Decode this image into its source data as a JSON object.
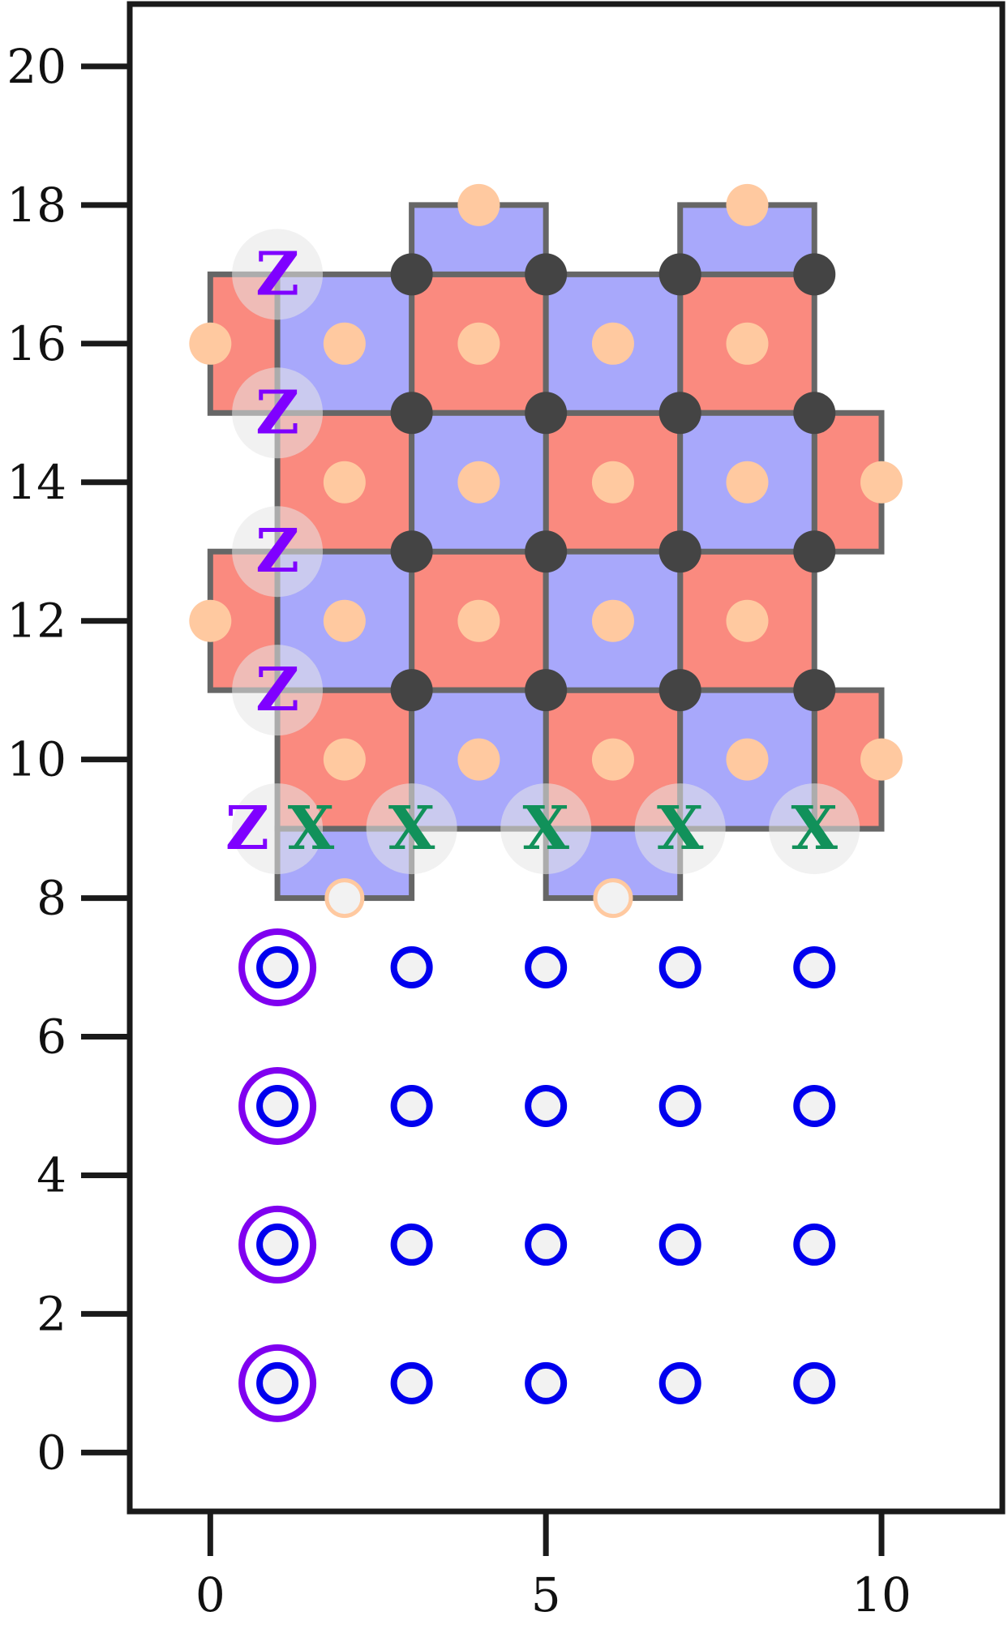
{
  "chart_data": {
    "type": "scatter",
    "xlim": [
      -1.2,
      11.8
    ],
    "ylim": [
      -0.85,
      20.9
    ],
    "x_ticks": [
      {
        "value": 0,
        "label": "0"
      },
      {
        "value": 5,
        "label": "5"
      },
      {
        "value": 10,
        "label": "10"
      }
    ],
    "y_ticks": [
      {
        "value": 0,
        "label": "0"
      },
      {
        "value": 2,
        "label": "2"
      },
      {
        "value": 4,
        "label": "4"
      },
      {
        "value": 6,
        "label": "6"
      },
      {
        "value": 8,
        "label": "8"
      },
      {
        "value": 10,
        "label": "10"
      },
      {
        "value": 12,
        "label": "12"
      },
      {
        "value": 14,
        "label": "14"
      },
      {
        "value": 16,
        "label": "16"
      },
      {
        "value": 18,
        "label": "18"
      },
      {
        "value": 20,
        "label": "20"
      }
    ],
    "tiles_red": [
      {
        "x0": 0,
        "y0": 15,
        "x1": 1,
        "y1": 17
      },
      {
        "x0": 0,
        "y0": 11,
        "x1": 1,
        "y1": 13
      },
      {
        "x0": 1,
        "y0": 9,
        "x1": 3,
        "y1": 11
      },
      {
        "x0": 1,
        "y0": 13,
        "x1": 3,
        "y1": 15
      },
      {
        "x0": 3,
        "y0": 11,
        "x1": 5,
        "y1": 13
      },
      {
        "x0": 3,
        "y0": 15,
        "x1": 5,
        "y1": 17
      },
      {
        "x0": 5,
        "y0": 9,
        "x1": 7,
        "y1": 11
      },
      {
        "x0": 5,
        "y0": 13,
        "x1": 7,
        "y1": 15
      },
      {
        "x0": 7,
        "y0": 11,
        "x1": 9,
        "y1": 13
      },
      {
        "x0": 7,
        "y0": 15,
        "x1": 9,
        "y1": 17
      },
      {
        "x0": 9,
        "y0": 9,
        "x1": 10,
        "y1": 11
      },
      {
        "x0": 9,
        "y0": 13,
        "x1": 10,
        "y1": 15
      }
    ],
    "tiles_blue": [
      {
        "x0": 1,
        "y0": 8,
        "x1": 3,
        "y1": 9
      },
      {
        "x0": 5,
        "y0": 8,
        "x1": 7,
        "y1": 9
      },
      {
        "x0": 3,
        "y0": 17,
        "x1": 5,
        "y1": 18
      },
      {
        "x0": 7,
        "y0": 17,
        "x1": 9,
        "y1": 18
      },
      {
        "x0": 1,
        "y0": 11,
        "x1": 3,
        "y1": 13
      },
      {
        "x0": 1,
        "y0": 15,
        "x1": 3,
        "y1": 17
      },
      {
        "x0": 3,
        "y0": 9,
        "x1": 5,
        "y1": 11
      },
      {
        "x0": 3,
        "y0": 13,
        "x1": 5,
        "y1": 15
      },
      {
        "x0": 5,
        "y0": 11,
        "x1": 7,
        "y1": 13
      },
      {
        "x0": 5,
        "y0": 15,
        "x1": 7,
        "y1": 17
      },
      {
        "x0": 7,
        "y0": 9,
        "x1": 9,
        "y1": 11
      },
      {
        "x0": 7,
        "y0": 13,
        "x1": 9,
        "y1": 15
      }
    ],
    "ancilla_points": [
      {
        "x": 4,
        "y": 18
      },
      {
        "x": 8,
        "y": 18
      },
      {
        "x": 0,
        "y": 16
      },
      {
        "x": 2,
        "y": 16
      },
      {
        "x": 4,
        "y": 16
      },
      {
        "x": 6,
        "y": 16
      },
      {
        "x": 8,
        "y": 16
      },
      {
        "x": 2,
        "y": 14
      },
      {
        "x": 4,
        "y": 14
      },
      {
        "x": 6,
        "y": 14
      },
      {
        "x": 8,
        "y": 14
      },
      {
        "x": 10,
        "y": 14
      },
      {
        "x": 0,
        "y": 12
      },
      {
        "x": 2,
        "y": 12
      },
      {
        "x": 4,
        "y": 12
      },
      {
        "x": 6,
        "y": 12
      },
      {
        "x": 8,
        "y": 12
      },
      {
        "x": 2,
        "y": 10
      },
      {
        "x": 4,
        "y": 10
      },
      {
        "x": 6,
        "y": 10
      },
      {
        "x": 8,
        "y": 10
      },
      {
        "x": 10,
        "y": 10
      }
    ],
    "ancilla_empty_points": [
      {
        "x": 2,
        "y": 8
      },
      {
        "x": 6,
        "y": 8
      }
    ],
    "data_qubit_points": [
      {
        "x": 3,
        "y": 17
      },
      {
        "x": 5,
        "y": 17
      },
      {
        "x": 7,
        "y": 17
      },
      {
        "x": 9,
        "y": 17
      },
      {
        "x": 3,
        "y": 15
      },
      {
        "x": 5,
        "y": 15
      },
      {
        "x": 7,
        "y": 15
      },
      {
        "x": 9,
        "y": 15
      },
      {
        "x": 3,
        "y": 13
      },
      {
        "x": 5,
        "y": 13
      },
      {
        "x": 7,
        "y": 13
      },
      {
        "x": 9,
        "y": 13
      },
      {
        "x": 3,
        "y": 11
      },
      {
        "x": 5,
        "y": 11
      },
      {
        "x": 7,
        "y": 11
      },
      {
        "x": 9,
        "y": 11
      }
    ],
    "halo_points": [
      {
        "x": 1,
        "y": 17
      },
      {
        "x": 1,
        "y": 15
      },
      {
        "x": 1,
        "y": 13
      },
      {
        "x": 1,
        "y": 11
      },
      {
        "x": 1,
        "y": 9
      },
      {
        "x": 3,
        "y": 9
      },
      {
        "x": 5,
        "y": 9
      },
      {
        "x": 7,
        "y": 9
      },
      {
        "x": 9,
        "y": 9
      }
    ],
    "labels_z": [
      {
        "x": 1,
        "y": 17,
        "text": "Z"
      },
      {
        "x": 1,
        "y": 15,
        "text": "Z"
      },
      {
        "x": 1,
        "y": 13,
        "text": "Z"
      },
      {
        "x": 1,
        "y": 11,
        "text": "Z"
      },
      {
        "x": 0.55,
        "y": 9,
        "text": "Z"
      }
    ],
    "labels_x": [
      {
        "x": 1.5,
        "y": 9,
        "text": "X"
      },
      {
        "x": 3,
        "y": 9,
        "text": "X"
      },
      {
        "x": 5,
        "y": 9,
        "text": "X"
      },
      {
        "x": 7,
        "y": 9,
        "text": "X"
      },
      {
        "x": 9,
        "y": 9,
        "text": "X"
      }
    ],
    "reservoir_points": [
      {
        "x": 3,
        "y": 7
      },
      {
        "x": 5,
        "y": 7
      },
      {
        "x": 7,
        "y": 7
      },
      {
        "x": 9,
        "y": 7
      },
      {
        "x": 3,
        "y": 5
      },
      {
        "x": 5,
        "y": 5
      },
      {
        "x": 7,
        "y": 5
      },
      {
        "x": 9,
        "y": 5
      },
      {
        "x": 3,
        "y": 3
      },
      {
        "x": 5,
        "y": 3
      },
      {
        "x": 7,
        "y": 3
      },
      {
        "x": 9,
        "y": 3
      },
      {
        "x": 3,
        "y": 1
      },
      {
        "x": 5,
        "y": 1
      },
      {
        "x": 7,
        "y": 1
      },
      {
        "x": 9,
        "y": 1
      }
    ],
    "reservoir_marked_points": [
      {
        "x": 1,
        "y": 7
      },
      {
        "x": 1,
        "y": 5
      },
      {
        "x": 1,
        "y": 3
      },
      {
        "x": 1,
        "y": 1
      }
    ]
  },
  "colors": {
    "tile_red": "#fa8a7f",
    "tile_blue": "#a8a8fb",
    "tile_edge": "#666666",
    "ancilla": "#ffc9a0",
    "data_qubit": "#444444",
    "halo": "#e6e6e6",
    "z_label": "#7f00ff",
    "x_label": "#11915a",
    "reservoir_ring": "#0000ee",
    "reservoir_fill": "#f2f2f2",
    "marker_ring": "#8000f0",
    "axis": "#1a1a1a"
  }
}
